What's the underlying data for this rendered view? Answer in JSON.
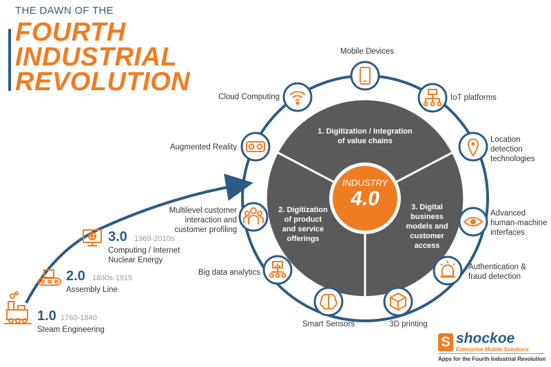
{
  "title": {
    "subtitle": "THE DAWN OF THE",
    "line1": "FOURTH",
    "line2": "INDUSTRIAL",
    "line3": "REVOLUTION"
  },
  "eras": [
    {
      "number": "1.0",
      "years": "1760-1840",
      "label": "Steam Engineering",
      "icon": "steam-train-icon"
    },
    {
      "number": "2.0",
      "years": "1830s-1915",
      "label": "Assembly Line",
      "icon": "conveyor-belt-icon"
    },
    {
      "number": "3.0",
      "years": "1969-2010s",
      "label": "Computing / Internet\nNuclear Energy",
      "icon": "computer-monitor-icon"
    }
  ],
  "core": {
    "top": "INDUSTRY",
    "number": "4.0"
  },
  "segments": [
    {
      "text": "1. Digitization / Integration\nof value chains"
    },
    {
      "text": "2. Digitization\nof product\nand service\nofferings"
    },
    {
      "text": "3. Digital\nbusiness\nmodels and\ncustomer\naccess"
    }
  ],
  "ring_nodes": [
    {
      "label": "Mobile Devices",
      "icon": "mobile-phone-icon"
    },
    {
      "label": "IoT platforms",
      "icon": "network-hierarchy-icon"
    },
    {
      "label": "Location\ndetection\ntechnologies",
      "icon": "location-pin-icon"
    },
    {
      "label": "Advanced\nhuman-machine\ninterfaces",
      "icon": "eye-icon"
    },
    {
      "label": "Authentication &\nfraud detection",
      "icon": "alarm-light-icon"
    },
    {
      "label": "3D printing",
      "icon": "cube-icon"
    },
    {
      "label": "Smart Sensors",
      "icon": "brain-icon"
    },
    {
      "label": "Big data analytics",
      "icon": "data-analytics-icon"
    },
    {
      "label": "Multilevel customer\ninteraction and\ncustomer profiling",
      "icon": "people-group-icon"
    },
    {
      "label": "Augmented Reality",
      "icon": "vr-headset-icon"
    },
    {
      "label": "Cloud Computing",
      "icon": "wifi-icon"
    }
  ],
  "logo": {
    "mark": "S",
    "name": "shockoe",
    "tagline": "Enterprise Mobile Solutions",
    "subline": "Apps for the Fourth Industrial Revolution"
  },
  "colors": {
    "blue": "#2e5b86",
    "orange": "#f07c22",
    "dark_gray": "#5a5a5a",
    "text": "#333333"
  }
}
